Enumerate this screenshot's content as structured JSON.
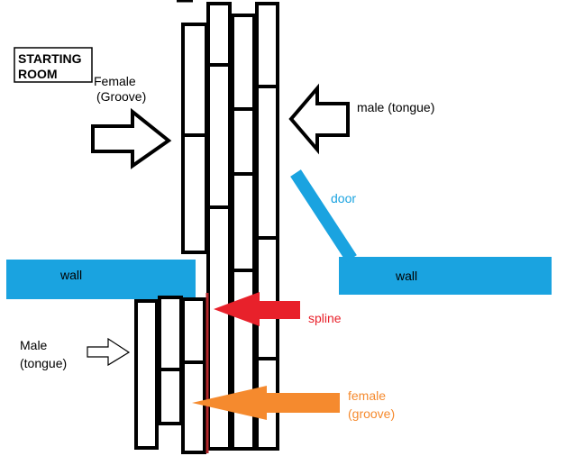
{
  "labels": {
    "starting_room": [
      "STARTING",
      "ROOM"
    ],
    "female_groove_top": [
      "Female",
      "(Groove)"
    ],
    "male_tongue_top": "male (tongue)",
    "door": "door",
    "wall_left": "wall",
    "wall_right": "wall",
    "spline": "spline",
    "male_tongue_bottom": [
      "Male",
      "(tongue)"
    ],
    "female_groove_bottom": [
      "female",
      "(groove)"
    ]
  },
  "colors": {
    "wall": "#1aa3e0",
    "door": "#1aa3e0",
    "spline": "#e8212b",
    "female_groove_bottom": "#f58a2e",
    "outline": "#000000",
    "spline_line": "#b3262a"
  }
}
